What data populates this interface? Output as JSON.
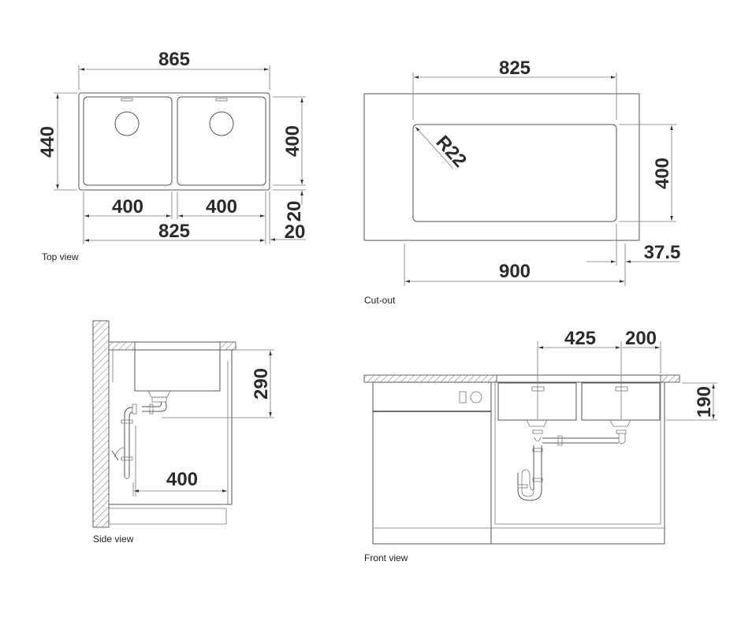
{
  "views": {
    "top": {
      "caption": "Top view",
      "dims": {
        "overall_width": "865",
        "overall_depth": "440",
        "bowl_depth": "400",
        "bowl_left_width": "400",
        "bowl_right_width": "400",
        "bowls_total": "825",
        "offset_vertical": "20",
        "offset_horizontal": "20"
      }
    },
    "cutout": {
      "caption": "Cut-out",
      "dims": {
        "width": "825",
        "radius": "R22",
        "depth": "400",
        "cabinet_width": "900",
        "edge_offset": "37.5"
      }
    },
    "side": {
      "caption": "Side view",
      "dims": {
        "height": "290",
        "drain_distance": "400"
      }
    },
    "front": {
      "caption": "Front view",
      "dims": {
        "drain_spacing": "425",
        "edge_to_drain": "200",
        "bowl_height": "190"
      }
    }
  },
  "colors": {
    "line": "#555555",
    "text": "#2b2b2b",
    "background": "#ffffff"
  }
}
